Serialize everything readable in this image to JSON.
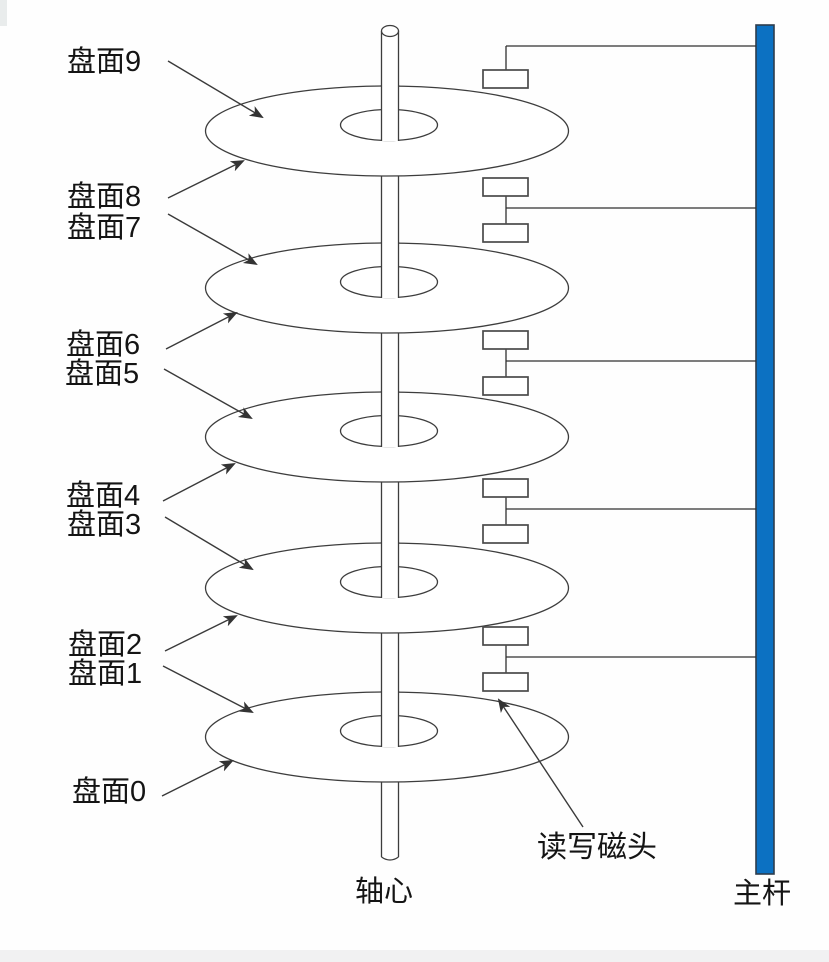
{
  "diagram": {
    "surface_labels": [
      "盘面9",
      "盘面8",
      "盘面7",
      "盘面6",
      "盘面5",
      "盘面4",
      "盘面3",
      "盘面2",
      "盘面1",
      "盘面0"
    ],
    "spindle_label": "轴心",
    "read_write_head_label": "读写磁头",
    "main_rod_label": "主杆"
  },
  "colors": {
    "actuator_blue": "#0c71c2",
    "actuator_edge": "#2e3d4d"
  }
}
